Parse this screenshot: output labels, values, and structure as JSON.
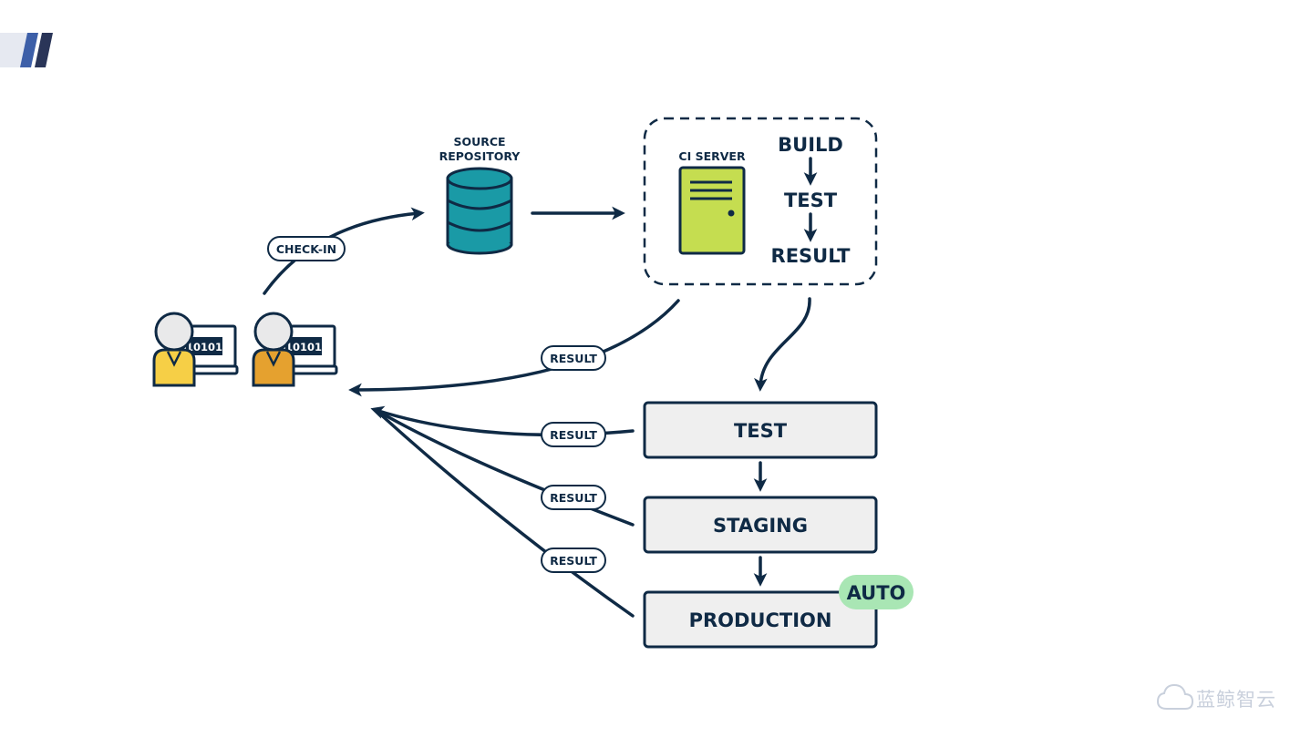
{
  "source_repository": {
    "line1": "SOURCE",
    "line2": "REPOSITORY"
  },
  "ci_server": {
    "label": "CI SERVER",
    "steps": [
      "BUILD",
      "TEST",
      "RESULT"
    ]
  },
  "check_in_label": "CHECK-IN",
  "developers": [
    {
      "laptop_text": "10101"
    },
    {
      "laptop_text": "10101"
    }
  ],
  "result_labels": [
    "RESULT",
    "RESULT",
    "RESULT",
    "RESULT"
  ],
  "stages": [
    "TEST",
    "STAGING",
    "PRODUCTION"
  ],
  "auto_badge": "AUTO",
  "watermark": "蓝鲸智云",
  "colors": {
    "ink": "#0f2a45",
    "database": "#1a9aa6",
    "server": "#c5dd50",
    "stage_fill": "#efefef",
    "auto_badge": "#a9e6b4",
    "dev_shirt_1": "#f6cf46",
    "dev_shirt_2": "#e5a12f",
    "logo_light": "#e6e9f1",
    "logo_dark": "#2a3558"
  }
}
